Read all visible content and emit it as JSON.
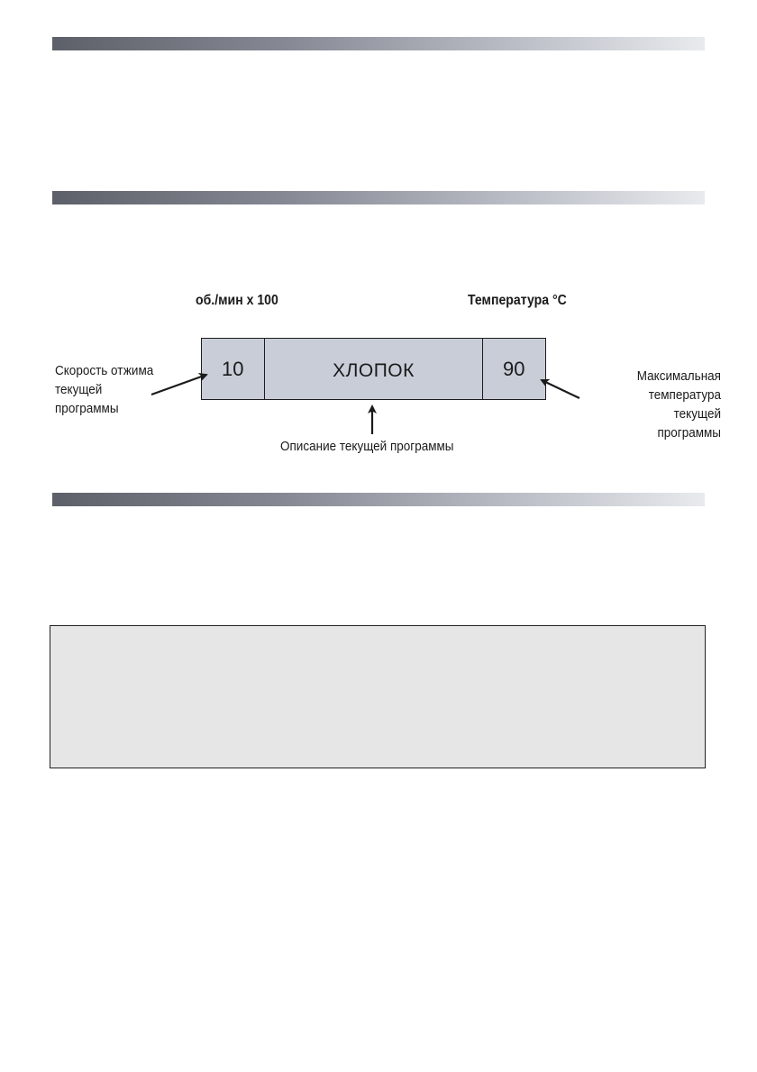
{
  "diagram": {
    "rpm_header": "об./мин x 100",
    "temp_header": "Температура °C",
    "display": {
      "speed_value": "10",
      "program_name": "ХЛОПОК",
      "temp_value": "90",
      "panel_color": "#c8cdd8"
    },
    "annotations": {
      "speed": [
        "Скорость отжима",
        "текущей",
        "программы"
      ],
      "description": "Описание текущей программы",
      "temperature": [
        "Максимальная",
        "температура",
        "текущей",
        "программы"
      ]
    }
  },
  "note_box": {
    "background_color": "#e6e6e6"
  }
}
